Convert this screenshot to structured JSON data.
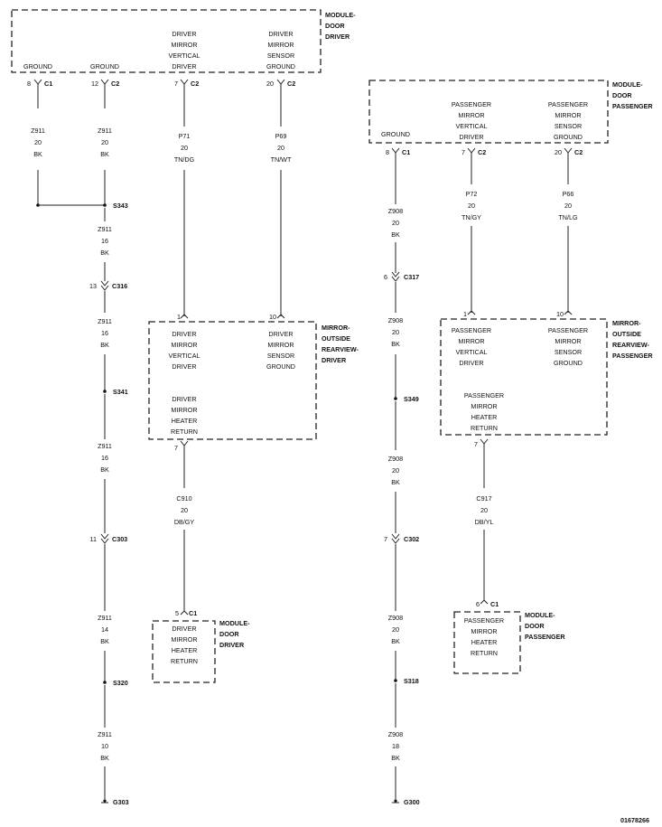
{
  "modules": [
    {
      "id": "mod_door_driver_top",
      "name": [
        "MODULE-",
        "DOOR",
        "DRIVER"
      ],
      "pins": [
        [
          "GROUND"
        ],
        [
          "GROUND"
        ],
        [
          "DRIVER",
          "MIRROR",
          "VERTICAL",
          "DRIVER"
        ],
        [
          "DRIVER",
          "MIRROR",
          "SENSOR",
          "GROUND"
        ]
      ]
    },
    {
      "id": "mod_door_pass_top",
      "name": [
        "MODULE-",
        "DOOR",
        "PASSENGER"
      ],
      "pins": [
        [
          "GROUND"
        ],
        [
          "PASSENGER",
          "MIRROR",
          "VERTICAL",
          "DRIVER"
        ],
        [
          "PASSENGER",
          "MIRROR",
          "SENSOR",
          "GROUND"
        ]
      ]
    },
    {
      "id": "mirror_driver",
      "name": [
        "MIRROR-",
        "OUTSIDE",
        "REARVIEW-",
        "DRIVER"
      ],
      "pins": [
        [
          "DRIVER",
          "MIRROR",
          "VERTICAL",
          "DRIVER"
        ],
        [
          "DRIVER",
          "MIRROR",
          "SENSOR",
          "GROUND"
        ],
        [
          "DRIVER",
          "MIRROR",
          "HEATER",
          "RETURN"
        ]
      ]
    },
    {
      "id": "mirror_pass",
      "name": [
        "MIRROR-",
        "OUTSIDE",
        "REARVIEW-",
        "PASSENGER"
      ],
      "pins": [
        [
          "PASSENGER",
          "MIRROR",
          "VERTICAL",
          "DRIVER"
        ],
        [
          "PASSENGER",
          "MIRROR",
          "SENSOR",
          "GROUND"
        ],
        [
          "PASSENGER",
          "MIRROR",
          "HEATER",
          "RETURN"
        ]
      ]
    },
    {
      "id": "mod_door_driver_bot",
      "name": [
        "MODULE-",
        "DOOR",
        "DRIVER"
      ],
      "pins": [
        [
          "DRIVER",
          "MIRROR",
          "HEATER",
          "RETURN"
        ]
      ]
    },
    {
      "id": "mod_door_pass_bot",
      "name": [
        "MODULE-",
        "DOOR",
        "PASSENGER"
      ],
      "pins": [
        [
          "PASSENGER",
          "MIRROR",
          "HEATER",
          "RETURN"
        ]
      ]
    }
  ],
  "connectors": [
    {
      "pin": "8",
      "name": "C1"
    },
    {
      "pin": "12",
      "name": "C2"
    },
    {
      "pin": "7",
      "name": "C2"
    },
    {
      "pin": "20",
      "name": "C2"
    },
    {
      "pin": "8",
      "name": "C1"
    },
    {
      "pin": "7",
      "name": "C2"
    },
    {
      "pin": "20",
      "name": "C2"
    },
    {
      "pin": "13",
      "name": "C316"
    },
    {
      "pin": "11",
      "name": "C303"
    },
    {
      "pin": "6",
      "name": "C317"
    },
    {
      "pin": "7",
      "name": "C302"
    },
    {
      "pin": "1",
      "name": ""
    },
    {
      "pin": "10",
      "name": ""
    },
    {
      "pin": "7",
      "name": ""
    },
    {
      "pin": "1",
      "name": ""
    },
    {
      "pin": "10",
      "name": ""
    },
    {
      "pin": "7",
      "name": ""
    },
    {
      "pin": "5",
      "name": "C1"
    },
    {
      "pin": "6",
      "name": "C1"
    }
  ],
  "wires": [
    {
      "circuit": "Z911",
      "gauge": "20",
      "color": "BK"
    },
    {
      "circuit": "Z911",
      "gauge": "20",
      "color": "BK"
    },
    {
      "circuit": "P71",
      "gauge": "20",
      "color": "TN/DG"
    },
    {
      "circuit": "P69",
      "gauge": "20",
      "color": "TN/WT"
    },
    {
      "circuit": "Z911",
      "gauge": "16",
      "color": "BK"
    },
    {
      "circuit": "Z911",
      "gauge": "16",
      "color": "BK"
    },
    {
      "circuit": "Z911",
      "gauge": "16",
      "color": "BK"
    },
    {
      "circuit": "Z911",
      "gauge": "14",
      "color": "BK"
    },
    {
      "circuit": "Z911",
      "gauge": "10",
      "color": "BK"
    },
    {
      "circuit": "C910",
      "gauge": "20",
      "color": "DB/GY"
    },
    {
      "circuit": "Z908",
      "gauge": "20",
      "color": "BK"
    },
    {
      "circuit": "P72",
      "gauge": "20",
      "color": "TN/GY"
    },
    {
      "circuit": "P66",
      "gauge": "20",
      "color": "TN/LG"
    },
    {
      "circuit": "Z908",
      "gauge": "20",
      "color": "BK"
    },
    {
      "circuit": "Z908",
      "gauge": "20",
      "color": "BK"
    },
    {
      "circuit": "Z908",
      "gauge": "20",
      "color": "BK"
    },
    {
      "circuit": "Z908",
      "gauge": "18",
      "color": "BK"
    },
    {
      "circuit": "C917",
      "gauge": "20",
      "color": "DB/YL"
    }
  ],
  "splices": [
    "S343",
    "S341",
    "S320",
    "S349",
    "S318"
  ],
  "grounds": [
    "G303",
    "G300"
  ],
  "figure_id": "01678266"
}
